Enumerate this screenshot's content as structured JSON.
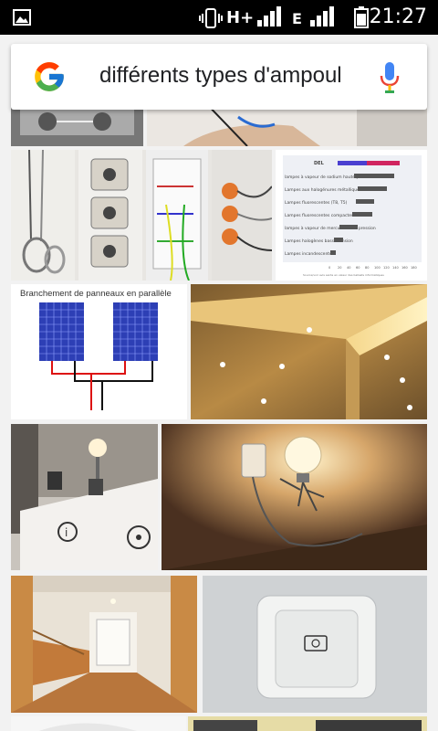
{
  "status_bar": {
    "time": "21:27",
    "network_1": "H+",
    "network_2": "E"
  },
  "search": {
    "query": "différents types d'ampoul"
  },
  "results": {
    "panel_caption": "Branchement de panneaux en parallèle",
    "chart_rows": [
      "DEL",
      "lampes à vapeur de sodium haute pression",
      "Lampes aux halogénures métalliques",
      "Lampes fluorescentes (T8, T5)",
      "Lampes fluorescentes compactes",
      "lampes à vapeur de mercure haute pression",
      "Lampes halogènes basse tension",
      "Lampes incandescentes"
    ],
    "chart_axis": [
      "0",
      "20",
      "40",
      "60",
      "80",
      "100",
      "120",
      "140",
      "160",
      "180"
    ],
    "chart_footnote": "Source/voir avis sante en valeur des ballasts informatiques"
  }
}
